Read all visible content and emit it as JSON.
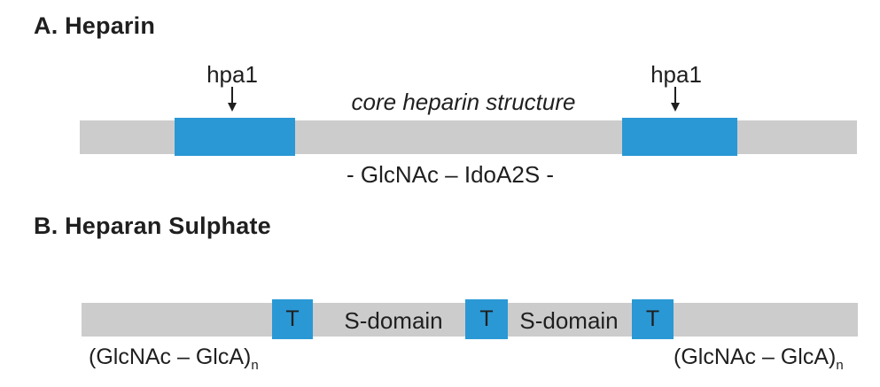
{
  "colors": {
    "bar_gray": "#cdcccc",
    "accent_blue": "#2a98d5",
    "text_dark": "#1f1f1f"
  },
  "section_a": {
    "title": "A. Heparin",
    "enzyme_labels": [
      {
        "label": "hpa1"
      },
      {
        "label": "hpa1"
      }
    ],
    "bar_annotation": "core heparin structure",
    "repeat_unit": "- GlcNAc – IdoA2S -"
  },
  "section_b": {
    "title": "B. Heparan Sulphate",
    "t_blocks": [
      {
        "label": "T"
      },
      {
        "label": "T"
      },
      {
        "label": "T"
      }
    ],
    "sdomain_labels": [
      {
        "label": "S-domain"
      },
      {
        "label": "S-domain"
      }
    ],
    "flank_repeat": {
      "base": "(GlcNAc – GlcA)",
      "sub": "n"
    }
  }
}
